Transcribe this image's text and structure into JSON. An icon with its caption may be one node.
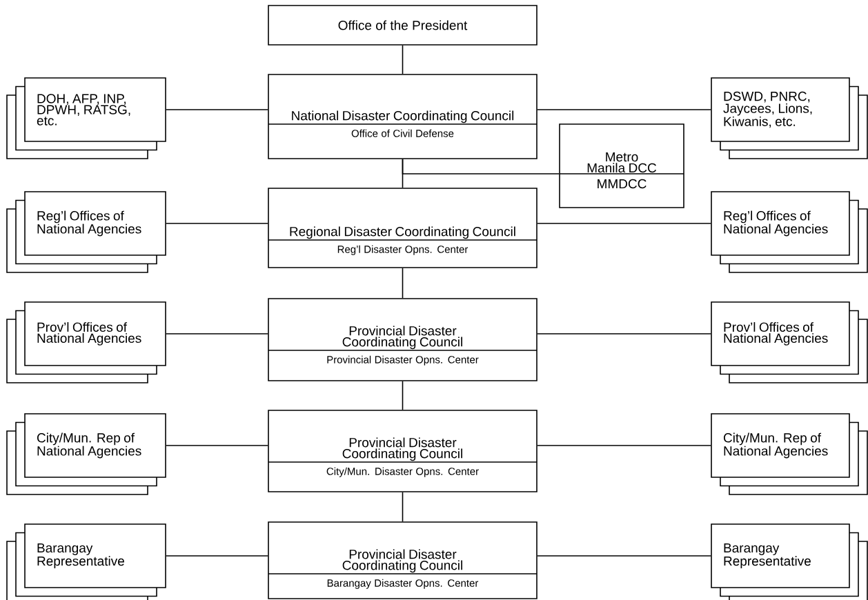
{
  "diagram": {
    "nodes": [
      {
        "text": [
          "Office of the President"
        ]
      },
      {
        "text": [
          "DOH, AFP, INP, DPWH, RATSG, etc."
        ]
      },
      {
        "text": [
          "National Disaster Coordinating Council",
          "Office of Civil Defense"
        ]
      },
      {
        "text": [
          "DSWD, PNRC, Jaycees, Lions, Kiwanis, etc."
        ]
      },
      {
        "text": [
          "Metro Manila DCC",
          "MMDCC"
        ]
      },
      {
        "text": [
          "Reg’l Offices of National Agencies"
        ]
      },
      {
        "text": [
          "Regional Disaster Coordinating Council",
          "Reg’l Disaster Opns. Center"
        ]
      },
      {
        "text": [
          "Reg’l Offices of National Agencies"
        ]
      },
      {
        "text": [
          "Prov’l Offices of National Agencies"
        ]
      },
      {
        "text": [
          "Provincial Disaster Coordinating Council",
          "Provincial Disaster Opns. Center"
        ]
      },
      {
        "text": [
          "Prov’l Offices of National Agencies"
        ]
      },
      {
        "text": [
          "City/Mun. Rep of National Agencies"
        ]
      },
      {
        "text": [
          "Provincial Disaster Coordinating Council",
          "City/Mun. Disaster Opns. Center"
        ]
      },
      {
        "text": [
          "City/Mun. Rep of National Agencies"
        ]
      },
      {
        "text": [
          "Barangay Representative"
        ]
      },
      {
        "text": [
          "Provincial Disaster Coordinating Council",
          "Barangay Disaster Opns. Center"
        ]
      },
      {
        "text": [
          "Barangay Representative"
        ]
      }
    ],
    "edges": [
      {
        "from": 0,
        "to": 2,
        "arrow": "none"
      },
      {
        "from": 1,
        "to": 2,
        "arrow": "none"
      },
      {
        "from": 2,
        "to": 3,
        "arrow": "none"
      },
      {
        "from": 2,
        "to": 4,
        "arrow": "none"
      },
      {
        "from": 2,
        "to": 6,
        "arrow": "none"
      },
      {
        "from": 5,
        "to": 6,
        "arrow": "none"
      },
      {
        "from": 6,
        "to": 7,
        "arrow": "none"
      },
      {
        "from": 6,
        "to": 9,
        "arrow": "none"
      },
      {
        "from": 8,
        "to": 9,
        "arrow": "none"
      },
      {
        "from": 9,
        "to": 10,
        "arrow": "none"
      },
      {
        "from": 9,
        "to": 12,
        "arrow": "none"
      },
      {
        "from": 11,
        "to": 12,
        "arrow": "none"
      },
      {
        "from": 12,
        "to": 13,
        "arrow": "none"
      },
      {
        "from": 12,
        "to": 15,
        "arrow": "none"
      },
      {
        "from": 14,
        "to": 15,
        "arrow": "none"
      },
      {
        "from": 15,
        "to": 16,
        "arrow": "none"
      }
    ]
  }
}
